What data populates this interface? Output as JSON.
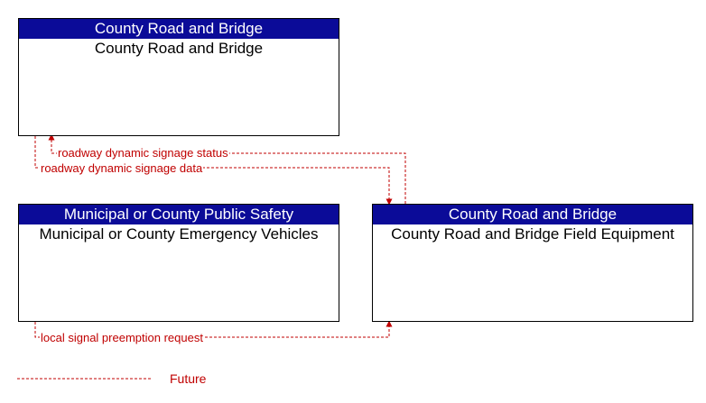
{
  "colors": {
    "header_bg": "#0b0b98",
    "flow": "#c00000"
  },
  "nodes": {
    "crb_center": {
      "header": "County Road and Bridge",
      "body": "County Road and Bridge"
    },
    "emergency": {
      "header": "Municipal or County Public Safety",
      "body": "Municipal or County Emergency Vehicles"
    },
    "field_equipment": {
      "header": "County Road and Bridge",
      "body": "County Road and Bridge Field Equipment"
    }
  },
  "flows": {
    "status": "roadway dynamic signage status",
    "data": "roadway dynamic signage data",
    "preemption": "local signal preemption request"
  },
  "legend": {
    "future_label": "Future"
  }
}
